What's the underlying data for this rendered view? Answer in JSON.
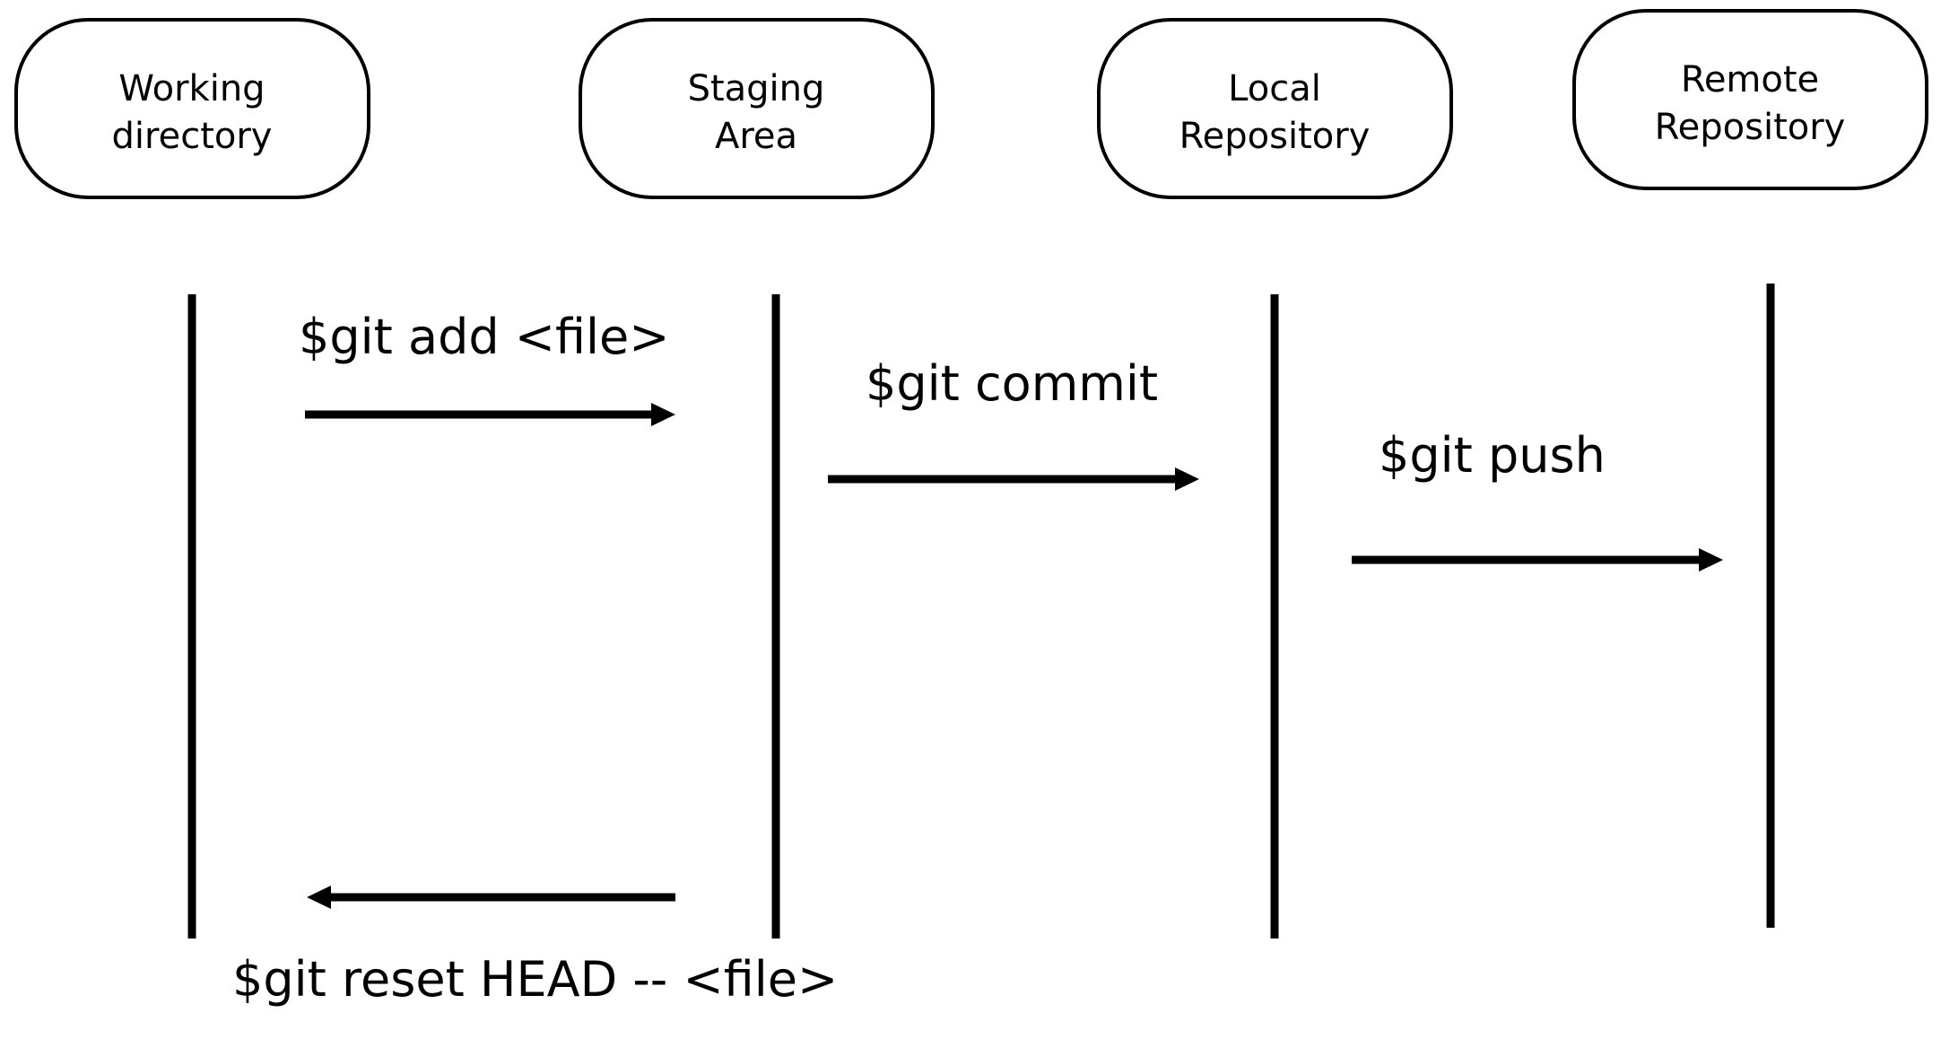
{
  "participants": [
    {
      "line1": "Working",
      "line2": "directory"
    },
    {
      "line1": "Staging",
      "line2": "Area"
    },
    {
      "line1": "Local",
      "line2": "Repository"
    },
    {
      "line1": "Remote",
      "line2": "Repository"
    }
  ],
  "messages": [
    {
      "from": "Working directory",
      "to": "Staging Area",
      "label": "$git add <file>"
    },
    {
      "from": "Staging Area",
      "to": "Local Repository",
      "label": "$git commit"
    },
    {
      "from": "Local Repository",
      "to": "Remote Repository",
      "label": "$git push"
    },
    {
      "from": "Staging Area",
      "to": "Working directory",
      "label": "$git reset HEAD -- <file>"
    }
  ]
}
